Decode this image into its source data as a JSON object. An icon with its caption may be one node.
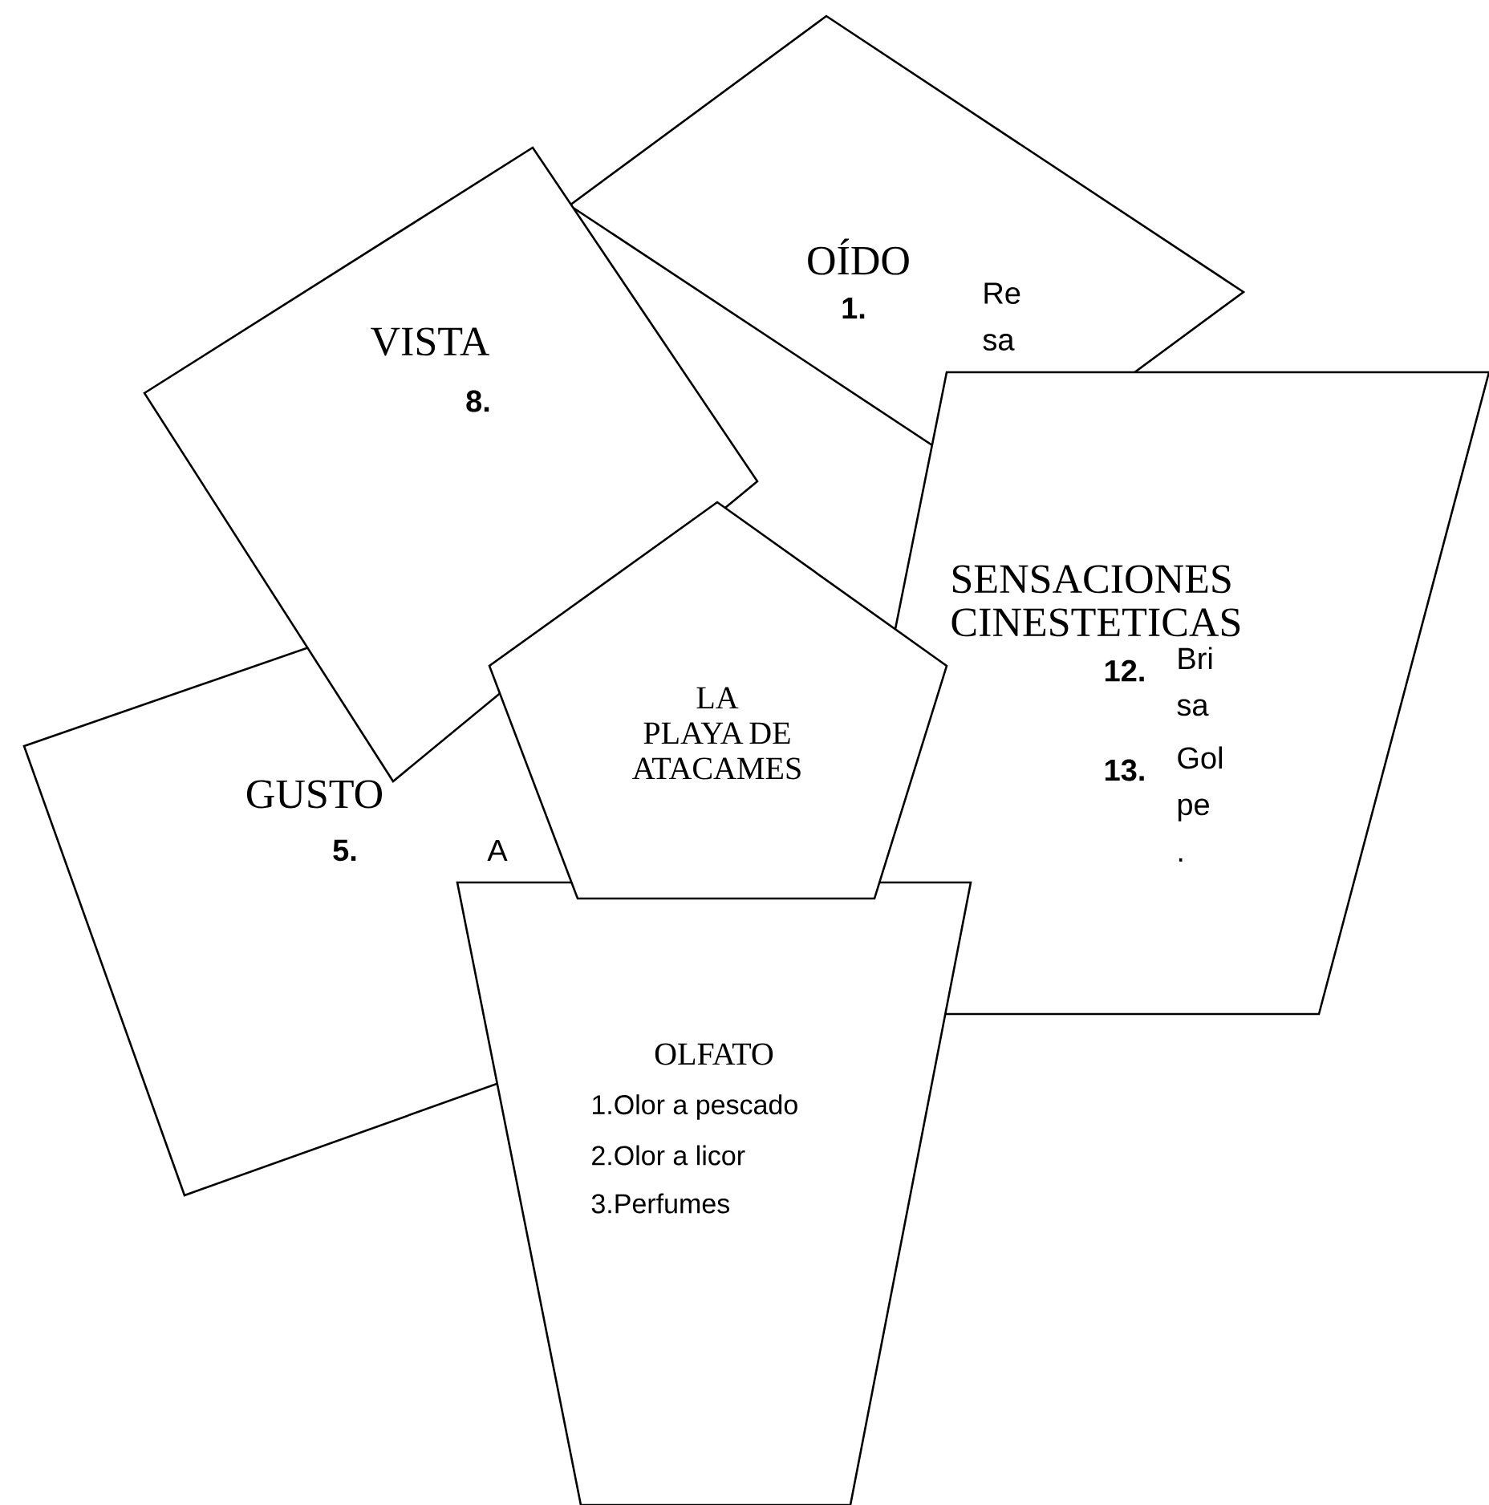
{
  "diagram": {
    "nodes": [
      {
        "text": [
          "OÍDO",
          "1.",
          "Re sa"
        ]
      },
      {
        "text": [
          "SENSACIONES CINESTETICAS",
          "12.",
          "Bri sa",
          "13.",
          "Gol pe ."
        ]
      },
      {
        "text": [
          "GUSTO",
          "5.",
          "A"
        ]
      },
      {
        "text": [
          "VISTA",
          "8."
        ]
      },
      {
        "text": [
          "OLFATO",
          "1.Olor a pescado",
          "2.Olor a licor",
          "3.Perfumes"
        ]
      },
      {
        "text": [
          "LA PLAYA DE ATACAMES"
        ]
      }
    ]
  }
}
